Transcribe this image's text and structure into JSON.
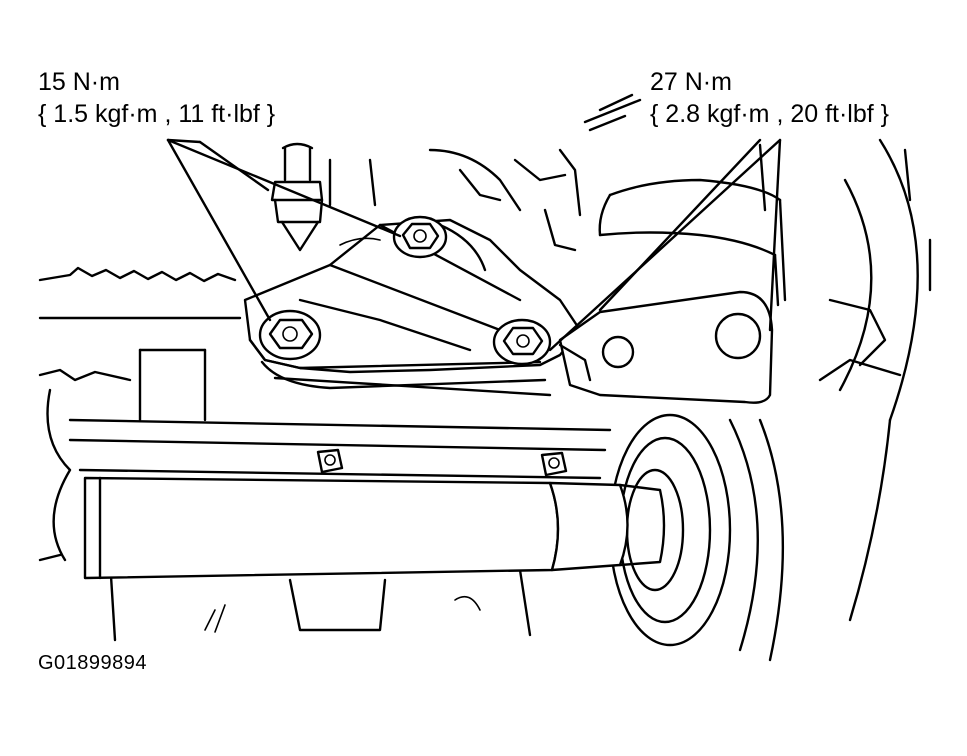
{
  "callouts": {
    "left": {
      "torque": "15 N·m",
      "equivalent": "{ 1.5 kgf·m , 11 ft·lbf }"
    },
    "right": {
      "torque": "27 N·m",
      "equivalent": "{ 2.8 kgf·m , 20 ft·lbf }"
    }
  },
  "figure_id": "G01899894"
}
